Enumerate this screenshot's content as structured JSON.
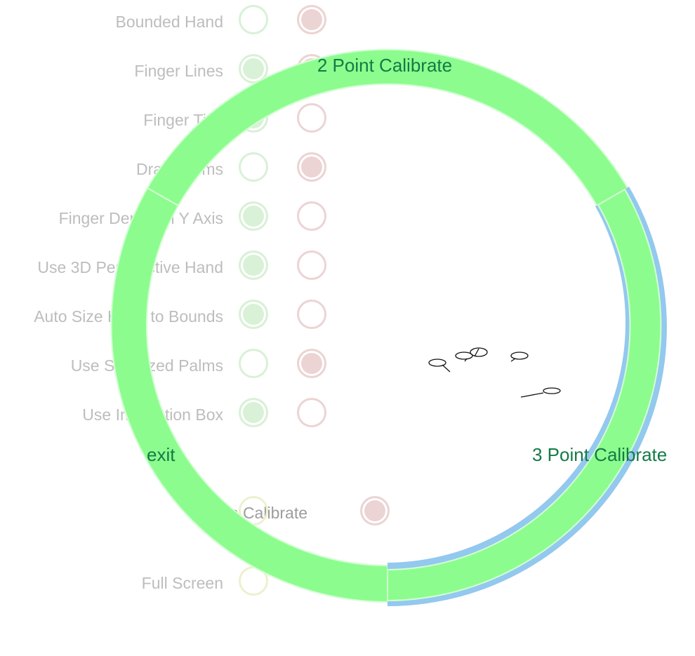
{
  "options": [
    {
      "label": "Bounded Hand",
      "green_on": false,
      "red_on": true
    },
    {
      "label": "Finger Lines",
      "green_on": true,
      "red_on": true
    },
    {
      "label": "Finger Tips",
      "green_on": true,
      "red_on": false
    },
    {
      "label": "Draw Palms",
      "green_on": false,
      "red_on": true
    },
    {
      "label": "Finger Depth on Y Axis",
      "green_on": true,
      "red_on": false
    },
    {
      "label": "Use 3D Perspective Hand",
      "green_on": true,
      "red_on": false
    },
    {
      "label": "Auto Size Hand to Bounds",
      "green_on": true,
      "red_on": false
    },
    {
      "label": "Use Stabilized Palms",
      "green_on": false,
      "red_on": true
    },
    {
      "label": "Use Interaction Box",
      "green_on": true,
      "red_on": false
    }
  ],
  "screen_calibrate": {
    "label": "Screen Calibrate"
  },
  "full_screen": {
    "label": "Full Screen"
  },
  "radial_menu": {
    "top_label": "2 Point Calibrate",
    "right_label": "3 Point Calibrate",
    "left_label": "exit",
    "ring_color": "#8cfc8e",
    "highlight_color": "#93c8ef",
    "label_color": "#147a46"
  }
}
